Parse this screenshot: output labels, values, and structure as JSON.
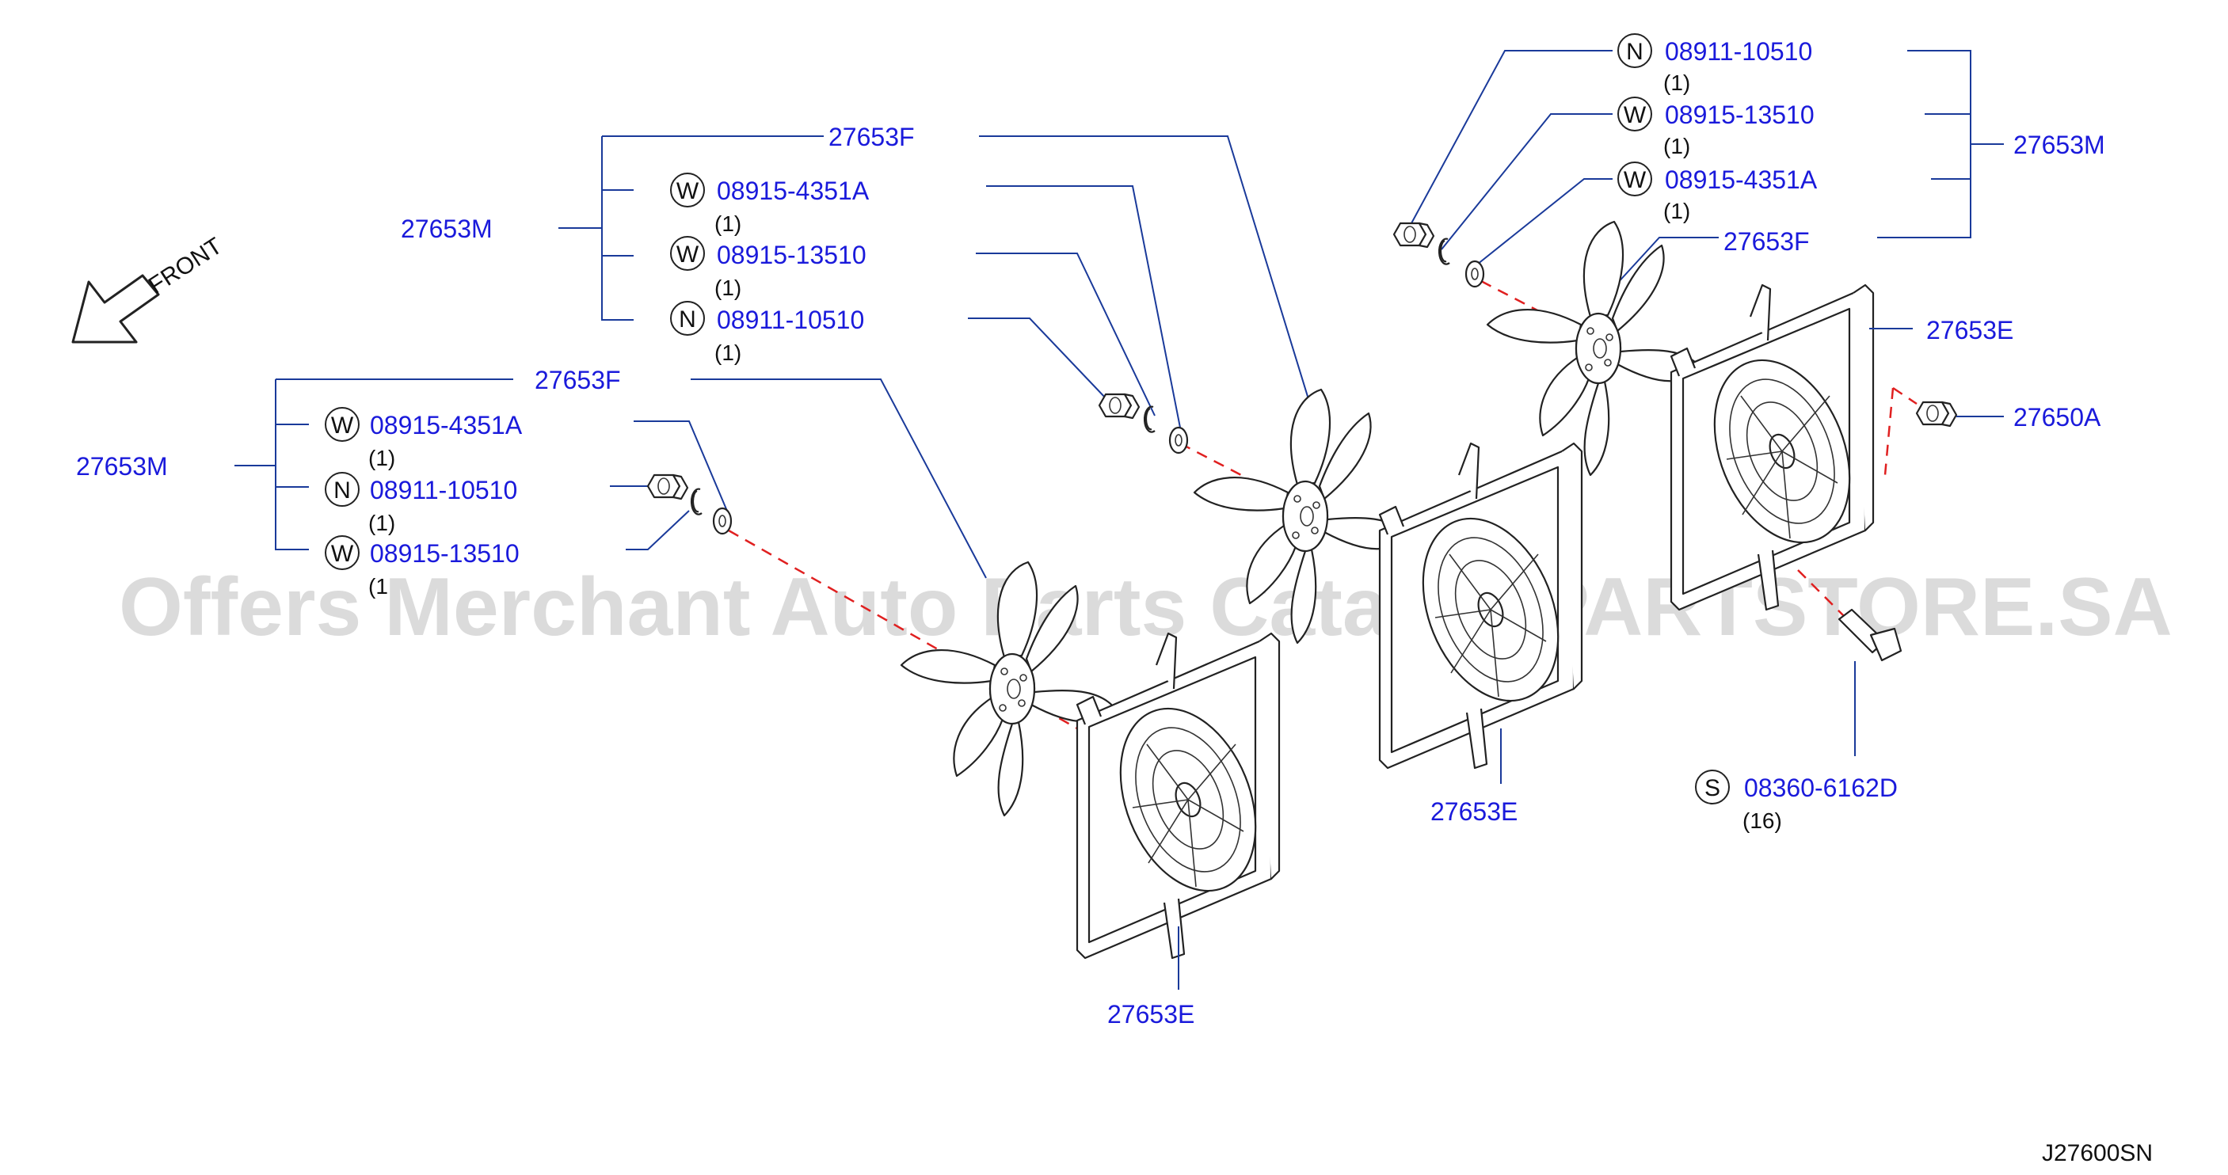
{
  "diagram": {
    "watermark": "Offers Merchant Auto Parts Catalog PARTSTORE.SA",
    "front_label": "FRONT",
    "figure_code": "J27600SN",
    "groups": [
      {
        "assembly": "27653M",
        "items": [
          {
            "letter": "",
            "part": "27653F",
            "qty": ""
          },
          {
            "letter": "W",
            "part": "08915-4351A",
            "qty": "(1)"
          },
          {
            "letter": "N",
            "part": "08911-10510",
            "qty": "(1)"
          },
          {
            "letter": "W",
            "part": "08915-13510",
            "qty": "(1"
          }
        ],
        "shroud": "27653E"
      },
      {
        "assembly": "27653M",
        "items": [
          {
            "letter": "",
            "part": "27653F",
            "qty": ""
          },
          {
            "letter": "W",
            "part": "08915-4351A",
            "qty": "(1)"
          },
          {
            "letter": "W",
            "part": "08915-13510",
            "qty": "(1)"
          },
          {
            "letter": "N",
            "part": "08911-10510",
            "qty": "(1)"
          }
        ],
        "shroud": "27653E"
      },
      {
        "assembly": "27653M",
        "items": [
          {
            "letter": "N",
            "part": "08911-10510",
            "qty": "(1)"
          },
          {
            "letter": "W",
            "part": "08915-13510",
            "qty": "(1)"
          },
          {
            "letter": "W",
            "part": "08915-4351A",
            "qty": "(1)"
          },
          {
            "letter": "",
            "part": "27653F",
            "qty": ""
          }
        ],
        "shroud": "27653E"
      }
    ],
    "extras": [
      {
        "letter": "",
        "part": "27650A",
        "qty": ""
      },
      {
        "letter": "S",
        "part": "08360-6162D",
        "qty": "(16)"
      }
    ]
  }
}
